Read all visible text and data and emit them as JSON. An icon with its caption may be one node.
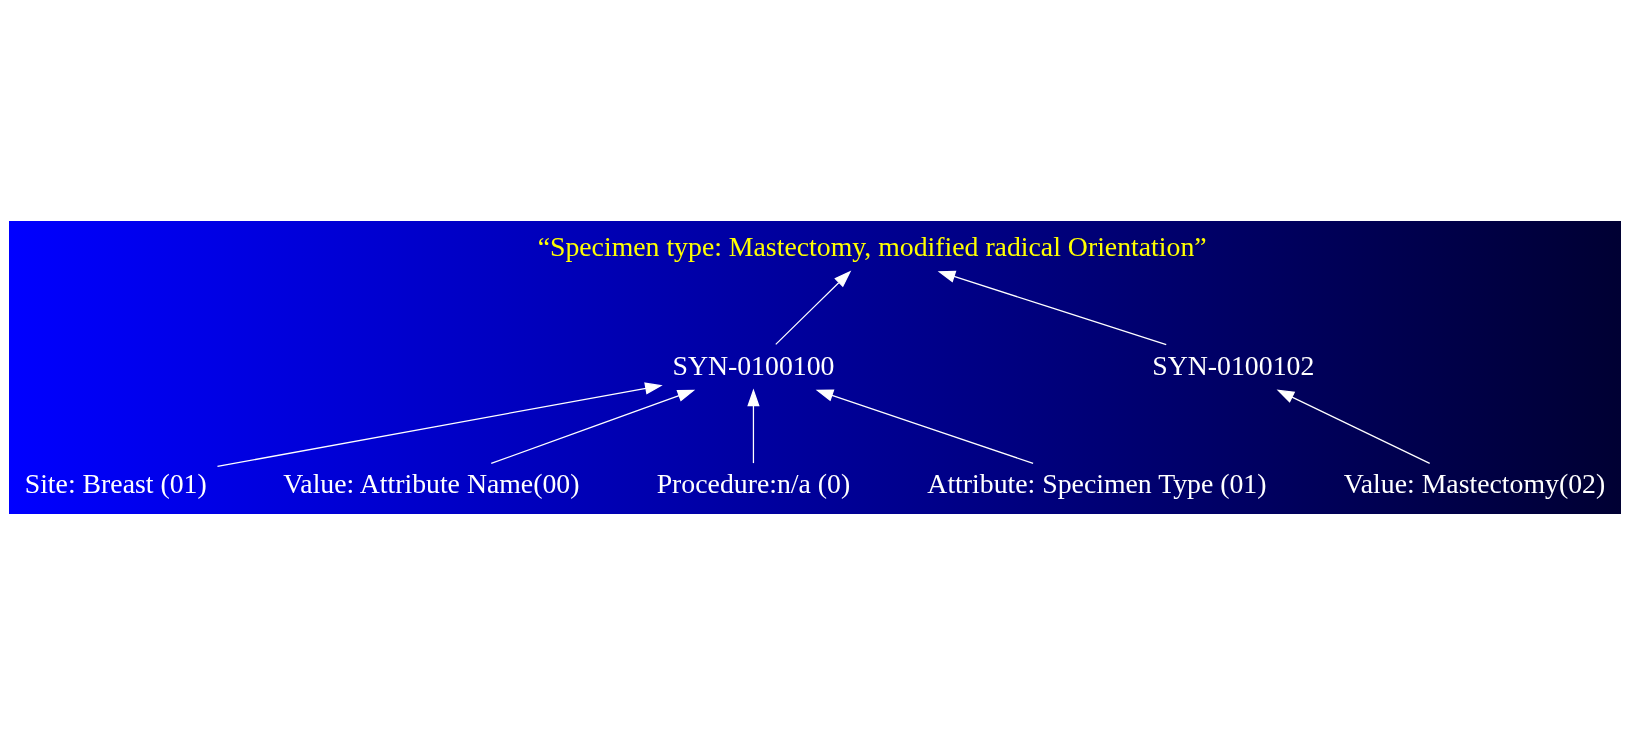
{
  "diagram": {
    "nodes": [
      {
        "text": [
          "“Specimen type: Mastectomy, modified radical Orientation”"
        ]
      },
      {
        "text": [
          "SYN-0100100"
        ]
      },
      {
        "text": [
          "SYN-0100102"
        ]
      },
      {
        "text": [
          "Site: Breast (01)"
        ]
      },
      {
        "text": [
          "Value: Attribute Name(00)"
        ]
      },
      {
        "text": [
          "Value: Mastectomy(02)"
        ]
      },
      {
        "text": [
          "Procedure:n/a (0)"
        ]
      },
      {
        "text": [
          "Attribute: Specimen Type (01)"
        ]
      }
    ],
    "edges": [
      {
        "from": 1,
        "to": 0,
        "arrow": "to"
      },
      {
        "from": 2,
        "to": 0,
        "arrow": "to"
      },
      {
        "from": 3,
        "to": 1,
        "arrow": "to"
      },
      {
        "from": 6,
        "to": 1,
        "arrow": "to"
      },
      {
        "from": 7,
        "to": 1,
        "arrow": "to"
      },
      {
        "from": 4,
        "to": 1,
        "arrow": "to"
      },
      {
        "from": 5,
        "to": 2,
        "arrow": "to"
      }
    ]
  }
}
